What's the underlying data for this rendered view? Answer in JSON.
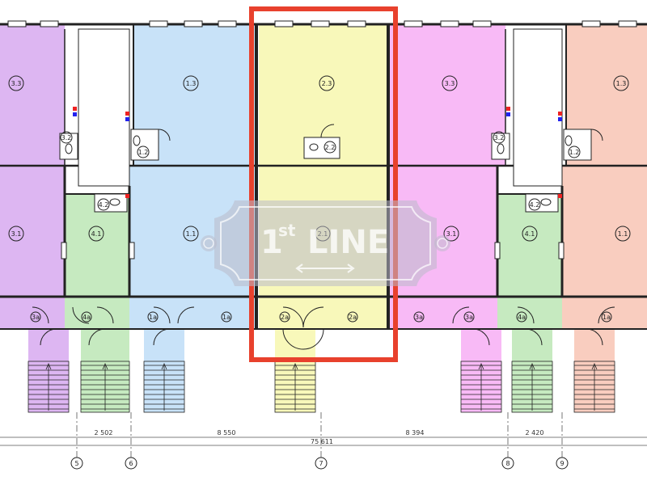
{
  "colors": {
    "purple": "#ddb6f2",
    "green": "#c6eac0",
    "blue": "#c8e2f8",
    "yellow": "#f8f8ba",
    "pink": "#f8baf6",
    "salmon": "#f9cdbf",
    "highlight": "#e8412d",
    "wall": "#222222"
  },
  "rooms": [
    {
      "label": "3.3"
    },
    {
      "label": "1.3"
    },
    {
      "label": "2.3"
    },
    {
      "label": "3.3"
    },
    {
      "label": "1.3"
    },
    {
      "label": "3.1"
    },
    {
      "label": "4.1"
    },
    {
      "label": "1.1"
    },
    {
      "label": "2.1"
    },
    {
      "label": "3.1"
    },
    {
      "label": "4.1"
    },
    {
      "label": "1.1"
    },
    {
      "label": "3.2"
    },
    {
      "label": "1.2"
    },
    {
      "label": "2.2"
    },
    {
      "label": "3.2"
    },
    {
      "label": "1.2"
    },
    {
      "label": "4.2"
    },
    {
      "label": "4.2"
    },
    {
      "label": "3a"
    },
    {
      "label": "4a"
    },
    {
      "label": "1a"
    },
    {
      "label": "1a"
    },
    {
      "label": "2a"
    },
    {
      "label": "2a"
    },
    {
      "label": "3a"
    },
    {
      "label": "3a"
    },
    {
      "label": "4a"
    },
    {
      "label": "1a"
    }
  ],
  "dimensions": {
    "d1": "2 502",
    "d2": "8 550",
    "d3": "8 394",
    "d4": "2 420",
    "total": "75 611"
  },
  "axes": [
    "5",
    "6",
    "7",
    "8",
    "9"
  ],
  "watermark": {
    "num": "1",
    "sup": "st",
    "word": "LINE"
  }
}
